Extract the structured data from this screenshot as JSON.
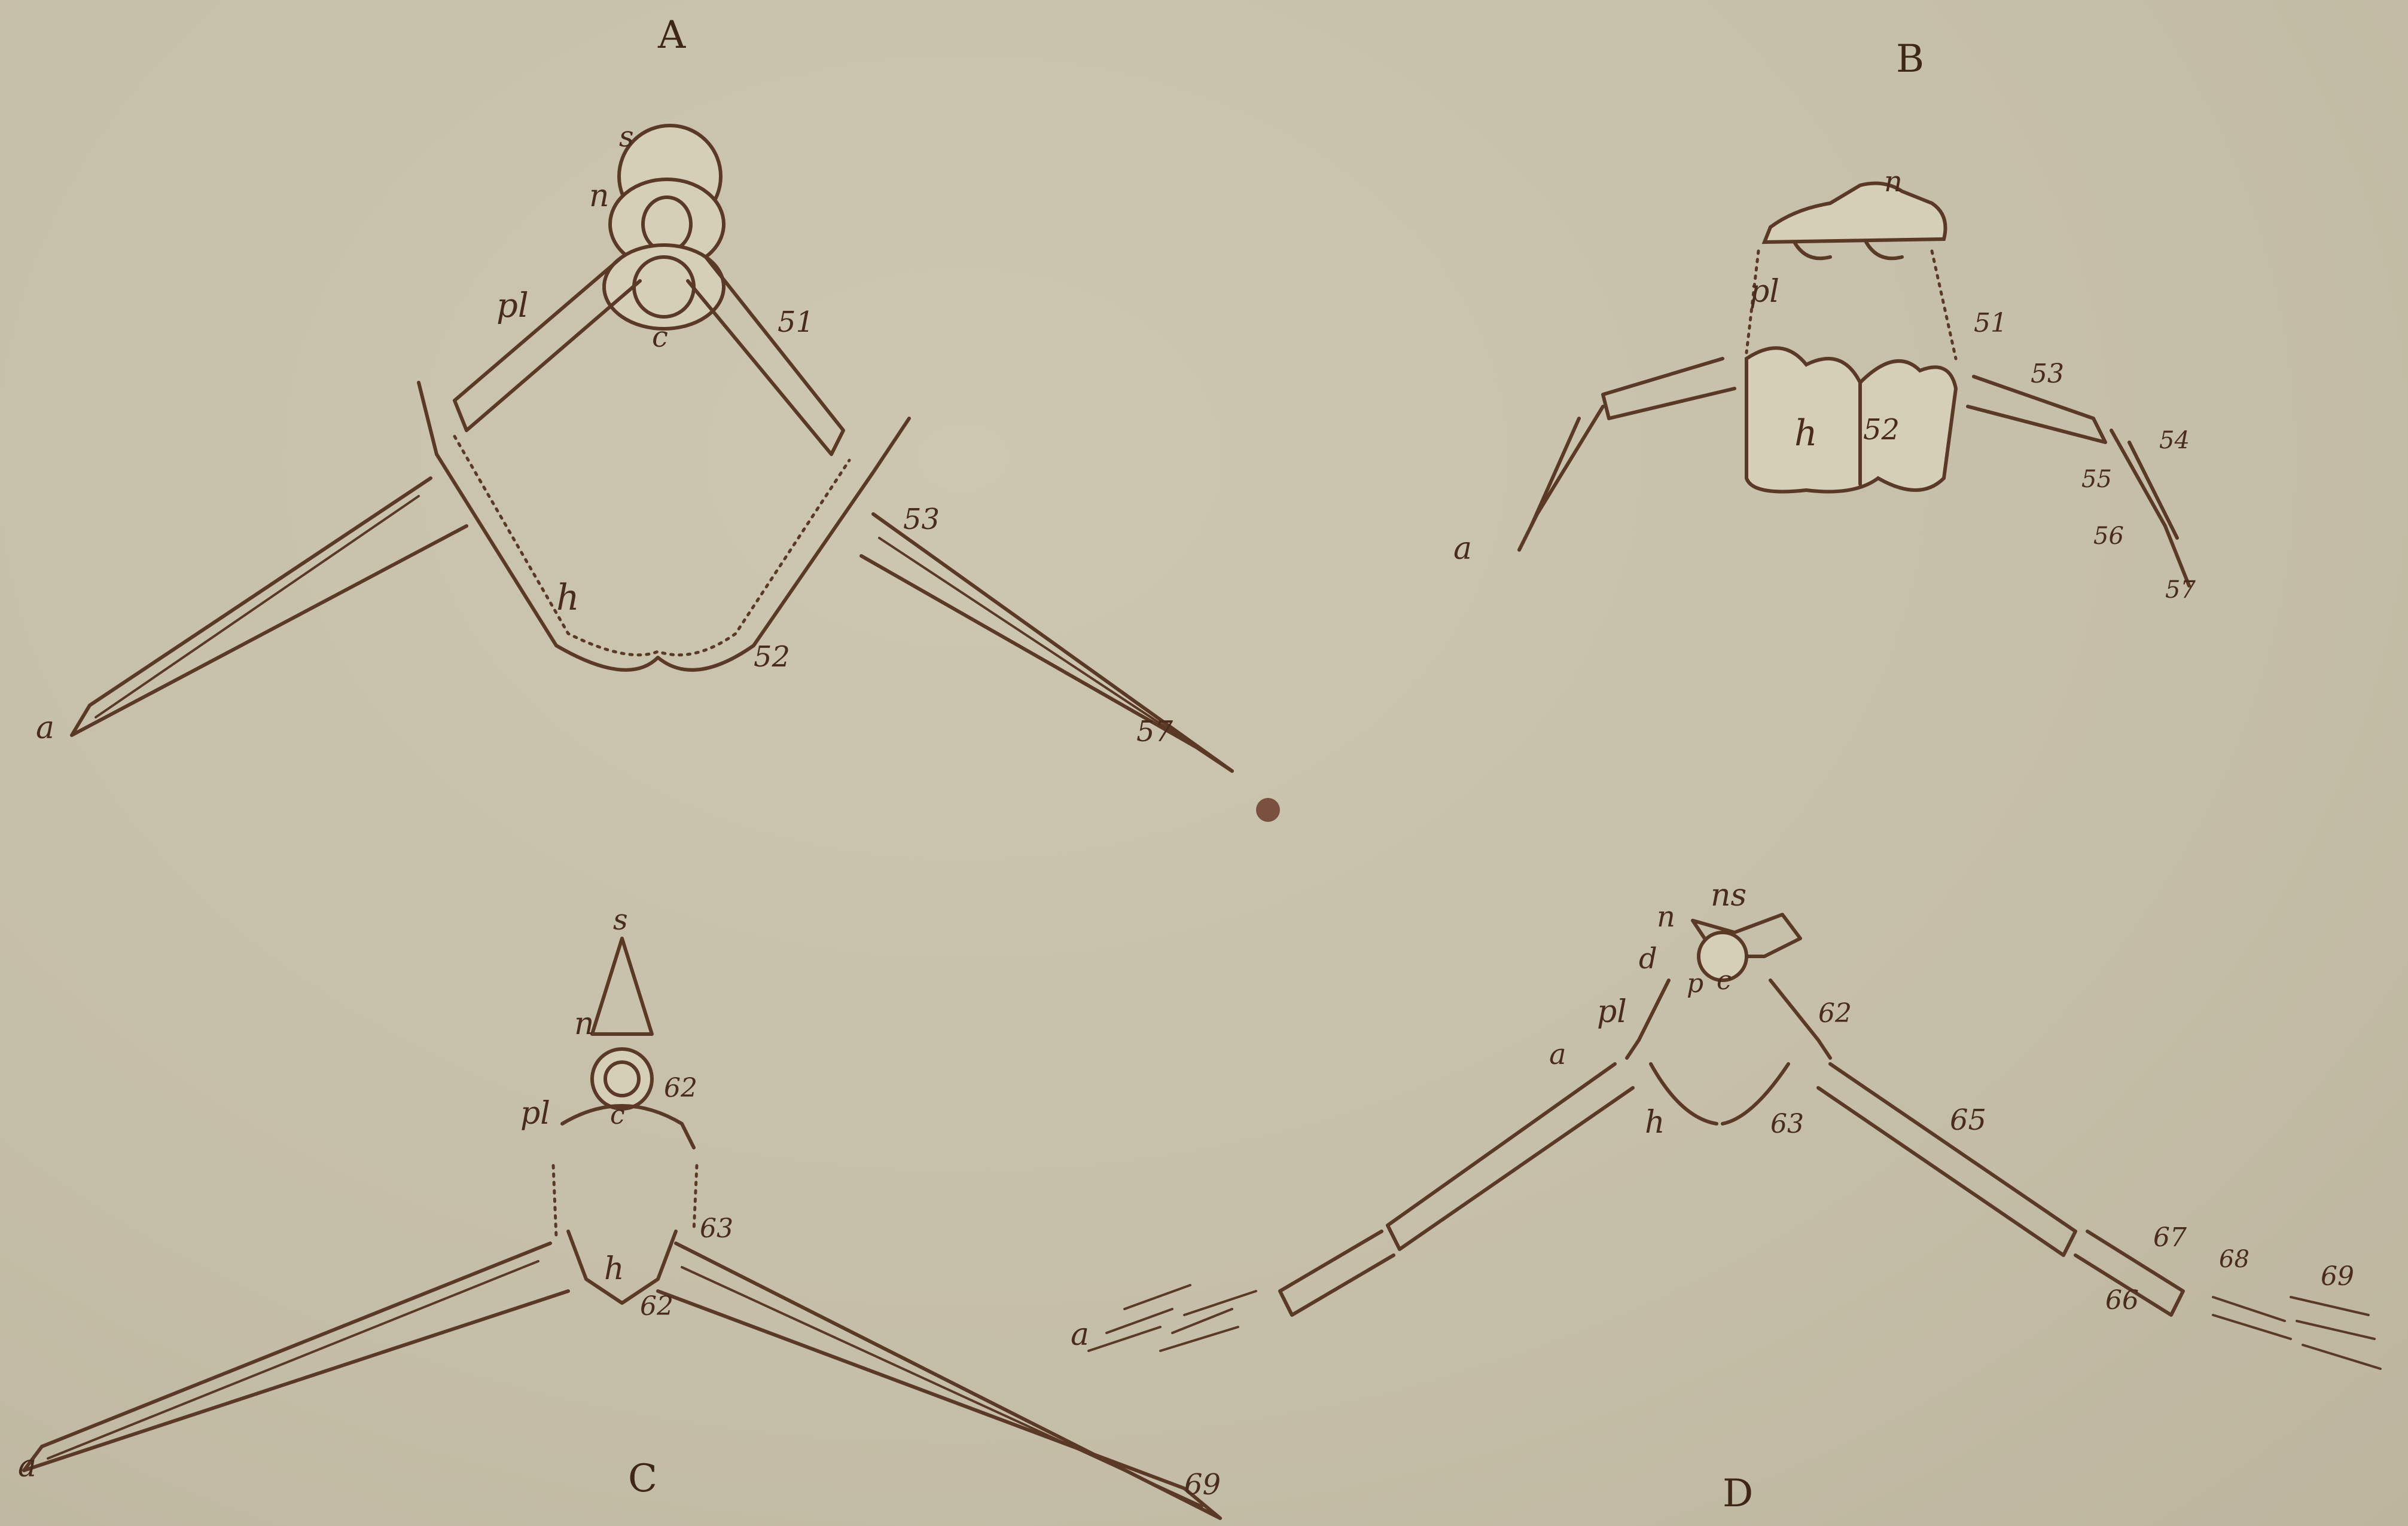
{
  "panels": {
    "a": {
      "caption": "A",
      "labels": {
        "s": "s",
        "n": "n",
        "pl": "pl",
        "c": "c",
        "n51": "51",
        "h": "h",
        "n52": "52",
        "n53": "53",
        "n57": "57",
        "a": "a"
      }
    },
    "b": {
      "caption": "B",
      "labels": {
        "n": "n",
        "pl": "pl",
        "n51": "51",
        "n53": "53",
        "h": "h",
        "n52": "52",
        "n54": "54",
        "n55": "55",
        "n56": "56",
        "n57": "57",
        "a": "a"
      }
    },
    "c": {
      "caption": "C",
      "labels": {
        "s": "s",
        "n": "n",
        "pl": "pl",
        "c": "c",
        "n62": "62",
        "n63": "63",
        "h": "h",
        "n62b": "62",
        "a": "a",
        "n69": "69"
      }
    },
    "d": {
      "caption": "D",
      "labels": {
        "ns": "ns",
        "n": "n",
        "d": "d",
        "p": "p",
        "c": "c",
        "pl": "pl",
        "n62": "62",
        "a": "a",
        "h": "h",
        "n63": "63",
        "n65": "65",
        "n67": "67",
        "n66": "66",
        "n68": "68",
        "n69": "69",
        "a2": "a"
      }
    }
  }
}
